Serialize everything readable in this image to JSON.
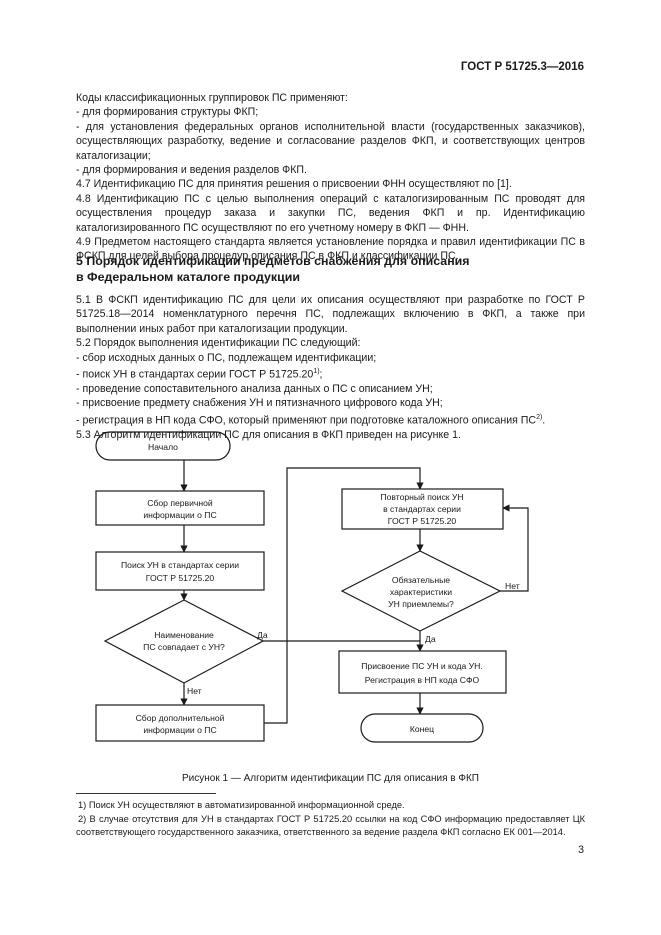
{
  "header": {
    "doc_id": "ГОСТ Р 51725.3—2016"
  },
  "body": {
    "p1": "Коды классификационных группировок ПС применяют:",
    "p2": "- для формирования структуры ФКП;",
    "p3": "- для установления федеральных органов исполнительной власти (государственных заказчиков), осуществляющих разработку, ведение и согласование разделов ФКП, и соответствующих центров каталогизации;",
    "p4": "- для формирования и ведения разделов ФКП.",
    "p5": "4.7 Идентификацию ПС для принятия решения о присвоении ФНН осуществляют по [1].",
    "p6": "4.8 Идентификацию ПС с целью выполнения операций с каталогизированным ПС проводят для осуществления процедур заказа и закупки ПС, ведения ФКП и пр. Идентификацию каталогизированного ПС осуществляют по его учетному номеру в ФКП — ФНН.",
    "p7": "4.9 Предметом настоящего стандарта является установление порядка и правил идентификации ПС в ФСКП для целей выбора процедур описания ПС в ФКП и классификации ПС."
  },
  "section5": {
    "title_line1": "5 Порядок идентификации предметов снабжения для описания",
    "title_line2": "в Федеральном каталоге продукции",
    "p1": "5.1 В ФСКП идентификацию ПС для цели их описания осуществляют при разработке по ГОСТ Р 51725.18—2014 номенклатурного перечня ПС, подлежащих включению в ФКП, а также при выполнении иных работ при каталогизации продукции.",
    "p2": "5.2 Порядок выполнения идентификации ПС следующий:",
    "l1": "- сбор исходных данных о ПС, подлежащем идентификации;",
    "l2": "- поиск УН в стандартах серии ГОСТ Р 51725.20",
    "l2_sup": "1)",
    "l2_end": ";",
    "l3": "- проведение сопоставительного анализа данных о ПС с описанием УН;",
    "l4": "- присвоение предмету снабжения УН и пятизначного цифрового кода УН;",
    "l5": "- регистрация в НП кода СФО, который применяют при подготовке каталожного описания ПС",
    "l5_sup": "2)",
    "l5_end": ".",
    "p3": "5.3 Алгоритм идентификации ПС для описания в ФКП приведен на рисунке 1."
  },
  "flowchart": {
    "start": "Начало",
    "collect_primary": [
      "Сбор первичной",
      "информации о ПС"
    ],
    "search_un": [
      "Поиск УН в стандартах серии",
      "ГОСТ Р 51725.20"
    ],
    "decision_name": [
      "Наименование",
      "ПС совпадает с УН?"
    ],
    "collect_additional": [
      "Сбор дополнительной",
      "информации о ПС"
    ],
    "repeat_search": [
      "Повторный поиск УН",
      "в стандартах серии",
      "ГОСТ Р 51725.20"
    ],
    "decision_mandatory": [
      "Обязательные",
      "характеристики",
      "УН приемлемы?"
    ],
    "assign": [
      "Присвоение ПС УН и кода УН.",
      "Регистрация в НП кода СФО"
    ],
    "end": "Конец",
    "yes": "Да",
    "no": "Нет"
  },
  "figure_caption": "Рисунок 1 — Алгоритм идентификации ПС для описания в ФКП",
  "footnotes": {
    "f1_mark": "1)",
    "f1": "Поиск УН осуществляют в автоматизированной информационной среде.",
    "f2_mark": "2)",
    "f2": "В случае отсутствия для УН в стандартах ГОСТ Р 51725.20 ссылки на код СФО информацию предоставляет ЦК соответствующего государственного заказчика, ответственного за ведение раздела ФКП согласно ЕК 001—2014."
  },
  "page_number": "3"
}
